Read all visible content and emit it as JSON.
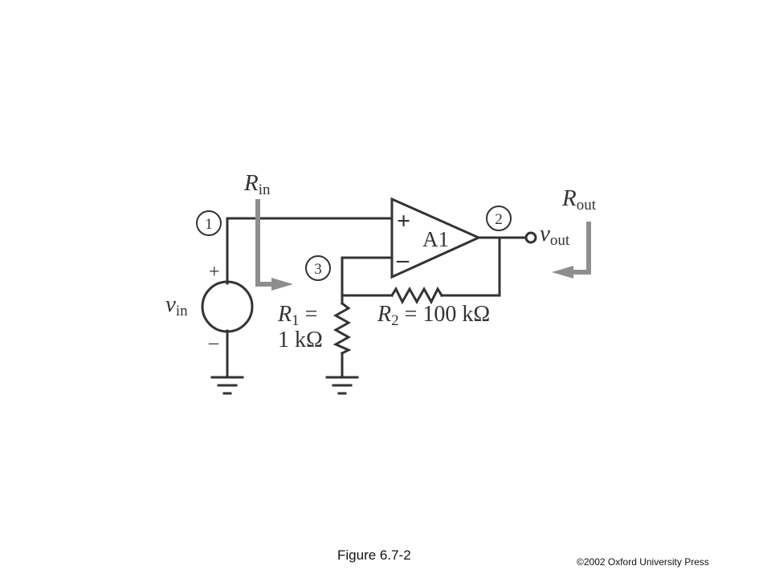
{
  "figure": {
    "caption": "Figure 6.7-2",
    "credit": "©2002 Oxford University Press"
  },
  "circuit": {
    "nodes": [
      "1",
      "2",
      "3"
    ],
    "source": {
      "symbol": "v",
      "subscript": "in",
      "plus": "+",
      "minus": "–"
    },
    "opamp": {
      "name": "A1",
      "plus": "+",
      "minus": "–"
    },
    "output": {
      "symbol": "v",
      "subscript": "out"
    },
    "rin": {
      "symbol": "R",
      "subscript": "in"
    },
    "rout": {
      "symbol": "R",
      "subscript": "out"
    },
    "r1": {
      "symbol": "R",
      "subscript": "1",
      "eq": " =",
      "value": "1 kΩ"
    },
    "r2": {
      "symbol": "R",
      "subscript": "2",
      "value": " = 100 kΩ"
    }
  }
}
